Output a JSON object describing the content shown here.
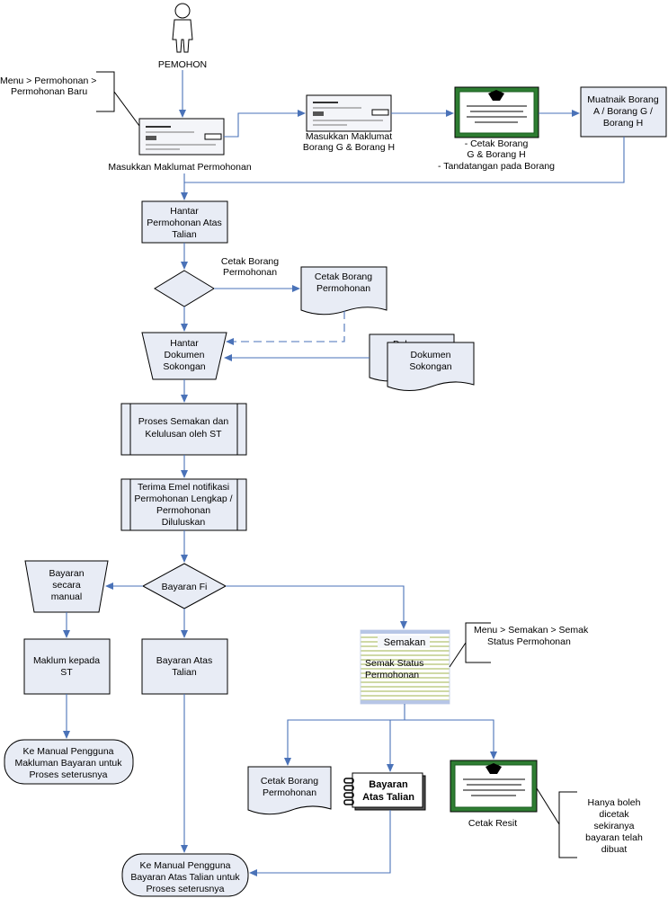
{
  "actor": {
    "label": "PEMOHON",
    "icon": "person-icon"
  },
  "annotations": {
    "menu_new": [
      "Menu > Permohonan >",
      "Permohonan Baru"
    ],
    "menu_check": [
      "Menu > Semakan > Semak",
      "Status Permohonan"
    ],
    "receipt_note": [
      "Hanya boleh",
      "dicetak",
      "sekiranya",
      "bayaran telah",
      "dibuat"
    ]
  },
  "nodes": {
    "enter_info": "Masukkan Maklumat Permohonan",
    "enter_forms": [
      "Masukkan Maklumat",
      "Borang G & Borang H"
    ],
    "print_sign": [
      "- Cetak Borang",
      "G & Borang H",
      "- Tandatangan pada Borang"
    ],
    "upload": [
      "Muatnaik Borang",
      "A / Borang G /",
      "Borang H"
    ],
    "submit_online": [
      "Hantar",
      "Permohonan Atas",
      "Talian"
    ],
    "decision_print_label": [
      "Cetak Borang",
      "Permohonan"
    ],
    "print_form_doc": [
      "Cetak Borang",
      "Permohonan"
    ],
    "send_docs": [
      "Hantar",
      "Dokumen",
      "Sokongan"
    ],
    "support_docs_back": "Dokumen",
    "support_docs": [
      "Dokumen",
      "Sokongan"
    ],
    "review": [
      "Proses Semakan dan",
      "Kelulusan oleh ST"
    ],
    "email_notice": [
      "Terima Emel notifikasi",
      "Permohonan Lengkap /",
      "Permohonan",
      "Diluluskan"
    ],
    "fee_payment": "Bayaran Fi",
    "manual_payment": [
      "Bayaran",
      "secara",
      "manual"
    ],
    "inform_st": [
      "Maklum kepada",
      "ST"
    ],
    "online_payment": [
      "Bayaran Atas",
      "Talian"
    ],
    "manual_guide_1": [
      "Ke Manual Pengguna",
      "Makluman Bayaran untuk",
      "Proses seterusnya"
    ],
    "check_screen_title": "Semakan",
    "check_screen_body": [
      "Semak Status",
      "Permohonan"
    ],
    "print_form_doc_2": [
      "Cetak Borang",
      "Permohonan"
    ],
    "online_payment_book": [
      "Bayaran",
      "Atas Talian"
    ],
    "print_receipt": "Cetak Resit",
    "manual_guide_2": [
      "Ke Manual Pengguna",
      "Bayaran Atas Talian untuk",
      "Proses seterusnya"
    ]
  },
  "colors": {
    "box_fill": "#e8ecf5",
    "arrow": "#4a72b8",
    "certificate_border": "#2e7d32"
  }
}
